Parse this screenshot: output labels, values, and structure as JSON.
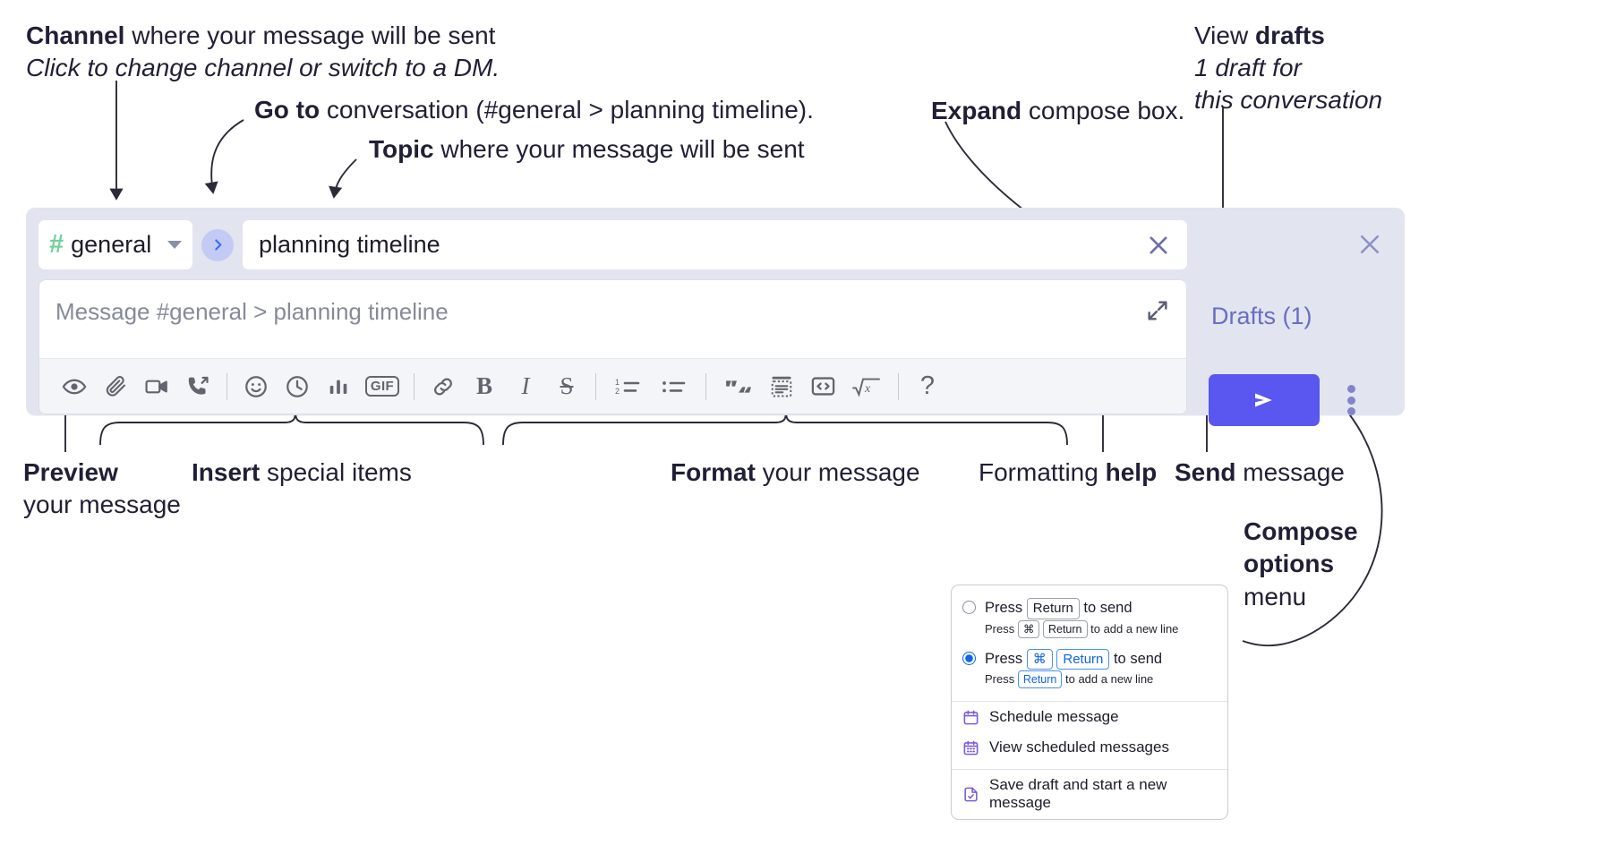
{
  "annotations": {
    "channel": {
      "bold": "Channel",
      "rest": " where your message will be sent",
      "sub": "Click to change channel or switch to a DM."
    },
    "goto": {
      "bold": "Go to",
      "rest": " conversation (#general > planning timeline)."
    },
    "topic": {
      "bold": "Topic",
      "rest": " where your message will be sent"
    },
    "expand": {
      "bold": "Expand",
      "rest": " compose box."
    },
    "drafts": {
      "lead": "View ",
      "bold": "drafts",
      "sub1": "1 draft for",
      "sub2": "this conversation"
    },
    "preview": {
      "bold": "Preview",
      "sub": "your message"
    },
    "insert": {
      "bold": "Insert",
      "rest": " special items"
    },
    "format": {
      "bold": "Format",
      "rest": " your message"
    },
    "help": {
      "lead": "Formatting ",
      "bold": "help"
    },
    "send": {
      "bold": "Send",
      "rest": " message"
    },
    "compose_options": {
      "bold1": "Compose",
      "bold2": "options",
      "rest": "menu"
    }
  },
  "compose": {
    "channel": {
      "hash": "#",
      "name": "general",
      "dropdown_icon": "chevron-down-icon"
    },
    "goto_button": {
      "icon": "chevron-right-icon"
    },
    "topic": {
      "value": "planning timeline",
      "clear_icon": "close-icon"
    },
    "message": {
      "placeholder": "Message #general > planning timeline",
      "expand_icon": "expand-icon"
    },
    "drafts_label": "Drafts (1)",
    "close_icon": "close-icon",
    "send_icon": "send-icon",
    "more_icon": "kebab-menu-icon",
    "toolbar": {
      "groups": [
        {
          "name": "preview",
          "items": [
            {
              "name": "preview-eye-icon",
              "label": ""
            }
          ]
        },
        {
          "name": "insert",
          "items": [
            {
              "name": "attach-paperclip-icon",
              "label": ""
            },
            {
              "name": "video-camera-icon",
              "label": ""
            },
            {
              "name": "huddle-phone-icon",
              "label": ""
            }
          ]
        },
        {
          "name": "insert-extra",
          "items": [
            {
              "name": "emoji-smiley-icon",
              "label": ""
            },
            {
              "name": "clock-icon",
              "label": ""
            },
            {
              "name": "poll-bars-icon",
              "label": ""
            },
            {
              "name": "gif-icon",
              "label": "GIF"
            }
          ]
        },
        {
          "name": "format-basic",
          "items": [
            {
              "name": "link-icon",
              "label": ""
            },
            {
              "name": "bold-icon",
              "label": "B"
            },
            {
              "name": "italic-icon",
              "label": "I"
            },
            {
              "name": "strikethrough-icon",
              "label": "S"
            }
          ]
        },
        {
          "name": "format-lists",
          "items": [
            {
              "name": "ordered-list-icon",
              "label": ""
            },
            {
              "name": "bulleted-list-icon",
              "label": ""
            }
          ]
        },
        {
          "name": "format-blocks",
          "items": [
            {
              "name": "blockquote-icon",
              "label": ""
            },
            {
              "name": "code-block-icon",
              "label": ""
            },
            {
              "name": "inline-code-icon",
              "label": ""
            },
            {
              "name": "math-icon",
              "label": ""
            }
          ]
        },
        {
          "name": "help",
          "items": [
            {
              "name": "help-question-icon",
              "label": "?"
            }
          ]
        }
      ]
    }
  },
  "popup": {
    "option1": {
      "main_pre": "Press ",
      "main_key": "Return",
      "main_post": " to send",
      "sub_pre": "Press ",
      "sub_key1": "⌘",
      "sub_key2": "Return",
      "sub_post": " to add a new line",
      "selected": false
    },
    "option2": {
      "main_pre": "Press ",
      "main_key1": "⌘",
      "main_key2": "Return",
      "main_post": " to send",
      "sub_pre": "Press ",
      "sub_key": "Return",
      "sub_post": " to add a new line",
      "selected": true
    },
    "items": [
      {
        "icon": "calendar-schedule-icon",
        "label": "Schedule message"
      },
      {
        "icon": "calendar-grid-icon",
        "label": "View scheduled messages"
      },
      {
        "icon": "save-draft-icon",
        "label": "Save draft and start a new message"
      }
    ]
  },
  "colors": {
    "accent_purple": "#5a56f0",
    "drafts_text": "#6a6dc4",
    "compose_bg": "#e2e4ef",
    "hash_green": "#6fd19a",
    "goto_circle": "#c3cbf5",
    "goto_chevron": "#3d6ff0",
    "menu_icon_purple": "#7b5cd6",
    "kbd_blue": "#1264e6"
  }
}
